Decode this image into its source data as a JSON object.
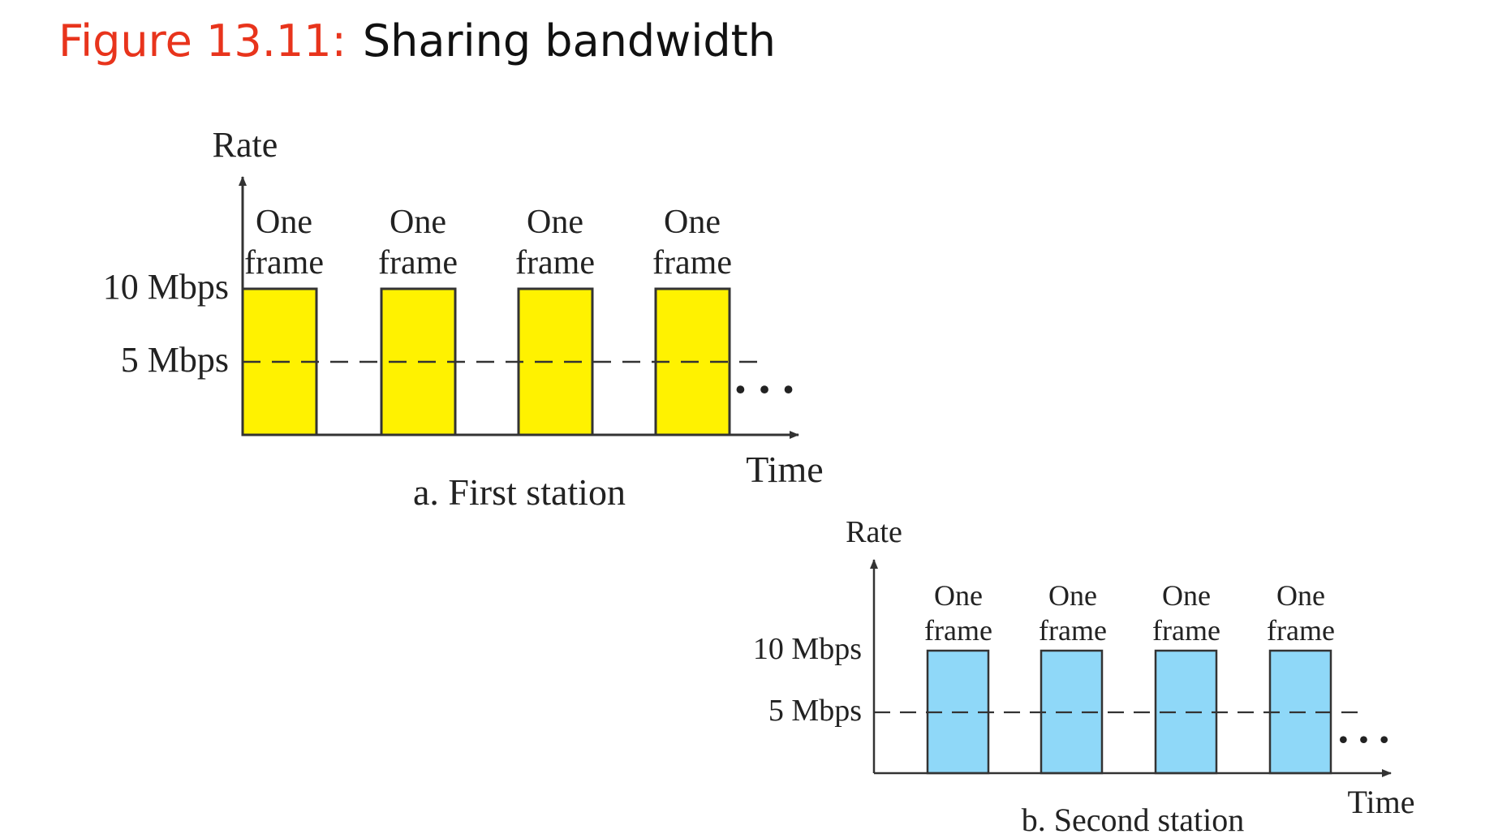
{
  "figure": {
    "number": "Figure 13.11:",
    "title": "Sharing bandwidth"
  },
  "colors": {
    "figure_number": "#e8341c",
    "first_station_frame": "#fff200",
    "second_station_frame": "#8fd8f8"
  },
  "diagrams": [
    {
      "id": "first",
      "caption": "a. First station",
      "y_axis_label": "Rate",
      "x_axis_label": "Time",
      "levels": [
        "10 Mbps",
        "5 Mbps"
      ],
      "frame_label_line1": "One",
      "frame_label_line2": "frame",
      "frames_count": 4,
      "continuation": "• • •"
    },
    {
      "id": "second",
      "caption": "b. Second station",
      "y_axis_label": "Rate",
      "x_axis_label": "Time",
      "levels": [
        "10 Mbps",
        "5 Mbps"
      ],
      "frame_label_line1": "One",
      "frame_label_line2": "frame",
      "frames_count": 4,
      "continuation": "• • •"
    }
  ]
}
